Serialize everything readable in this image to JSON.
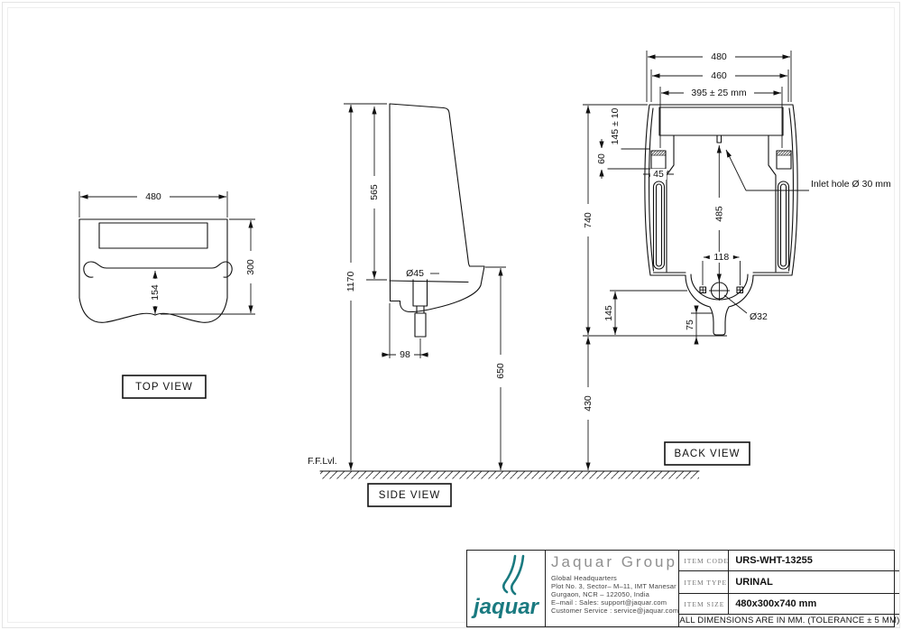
{
  "views": {
    "top": {
      "label": "TOP VIEW",
      "width": "480",
      "depth": "300",
      "bowl_center": "154"
    },
    "side": {
      "label": "SIDE VIEW",
      "floor": "F.F.Lvl.",
      "total_height": "1170",
      "body_height": "565",
      "drain_dia": "Ø45",
      "drain_offset": "98",
      "rim_height": "650"
    },
    "back": {
      "label": "BACK VIEW",
      "width": "480",
      "inner_width": "460",
      "fixing_cc": "395 ± 25 mm",
      "top_to_fixing": "145 ± 10",
      "fixing_h": "60",
      "fixing_w": "45",
      "height": "740",
      "inlet_to_drain": "485",
      "bolt_cc": "118",
      "drain_height": "145",
      "spout_height": "75",
      "drain_dia": "Ø32",
      "floor_gap": "430",
      "inlet_note": "Inlet hole Ø 30 mm"
    }
  },
  "title_block": {
    "brand": {
      "wordmark": "jaquar",
      "name": "Jaquar Group",
      "color": "#1a7a80"
    },
    "address": [
      "Global Headquarters",
      "Plot No. 3, Sector– M–11, IMT Manesar",
      "Gurgaon, NCR – 122050, India",
      "E–mail : Sales: support@jaquar.com",
      "Customer Service : service@jaquar.com"
    ],
    "fields": [
      {
        "label": "ITEM CODE",
        "value": "URS-WHT-13255"
      },
      {
        "label": "ITEM TYPE",
        "value": "URINAL"
      },
      {
        "label": "ITEM SIZE",
        "value": "480x300x740 mm"
      }
    ],
    "note": "ALL DIMENSIONS ARE IN MM. (TOLERANCE ± 5 MM)",
    "line_color": "#1a1a1a"
  }
}
